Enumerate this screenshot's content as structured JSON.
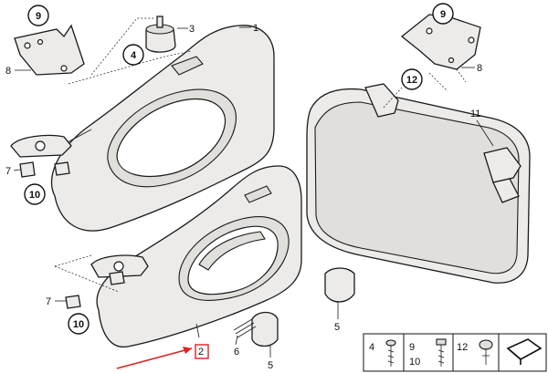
{
  "callouts": [
    {
      "label": "9"
    },
    {
      "label": "3"
    },
    {
      "label": "1"
    },
    {
      "label": "8"
    },
    {
      "label": "4"
    },
    {
      "label": "7"
    },
    {
      "label": "10"
    },
    {
      "label": "7"
    },
    {
      "label": "10"
    },
    {
      "label": "2"
    },
    {
      "label": "6"
    },
    {
      "label": "5"
    },
    {
      "label": "5"
    },
    {
      "label": "9"
    },
    {
      "label": "8"
    },
    {
      "label": "12"
    },
    {
      "label": "11"
    }
  ],
  "legend": {
    "items": [
      {
        "label": "4"
      },
      {
        "label": "9"
      },
      {
        "label": "10"
      },
      {
        "label": "12"
      }
    ]
  },
  "highlight": {
    "color": "#e02020",
    "target_label": "2"
  }
}
